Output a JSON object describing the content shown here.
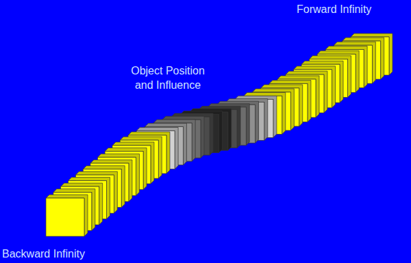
{
  "diagram": {
    "labels": [
      "Forward Infinity",
      "Object Position and Influence",
      "Backward Infinity"
    ]
  }
}
